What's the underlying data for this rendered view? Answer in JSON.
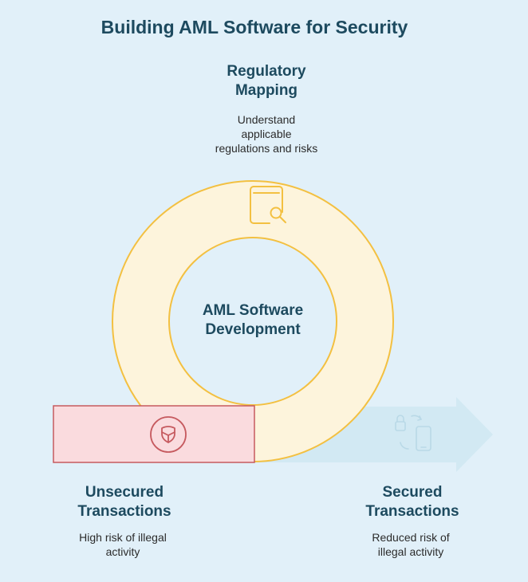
{
  "title": "Building AML Software for Security",
  "top_step": {
    "heading_line1": "Regulatory",
    "heading_line2": "Mapping",
    "desc_line1": "Understand",
    "desc_line2": "applicable",
    "desc_line3": "regulations and risks",
    "icon": "book-search-icon"
  },
  "center": {
    "line1": "AML Software",
    "line2": "Development"
  },
  "left_step": {
    "heading_line1": "Unsecured",
    "heading_line2": "Transactions",
    "desc_line1": "High risk of illegal",
    "desc_line2": "activity",
    "icon": "shield-icon"
  },
  "right_step": {
    "heading_line1": "Secured",
    "heading_line2": "Transactions",
    "desc_line1": "Reduced risk of",
    "desc_line2": "illegal activity",
    "icon": "secure-phone-icon"
  },
  "colors": {
    "background": "#e1f0f9",
    "ring_fill": "#fdf4dc",
    "ring_stroke": "#f3c041",
    "box_fill": "#fadbde",
    "box_stroke": "#c65a5f",
    "arrow_fill": "#d2e9f3",
    "text_dark": "#1d4a5f"
  }
}
